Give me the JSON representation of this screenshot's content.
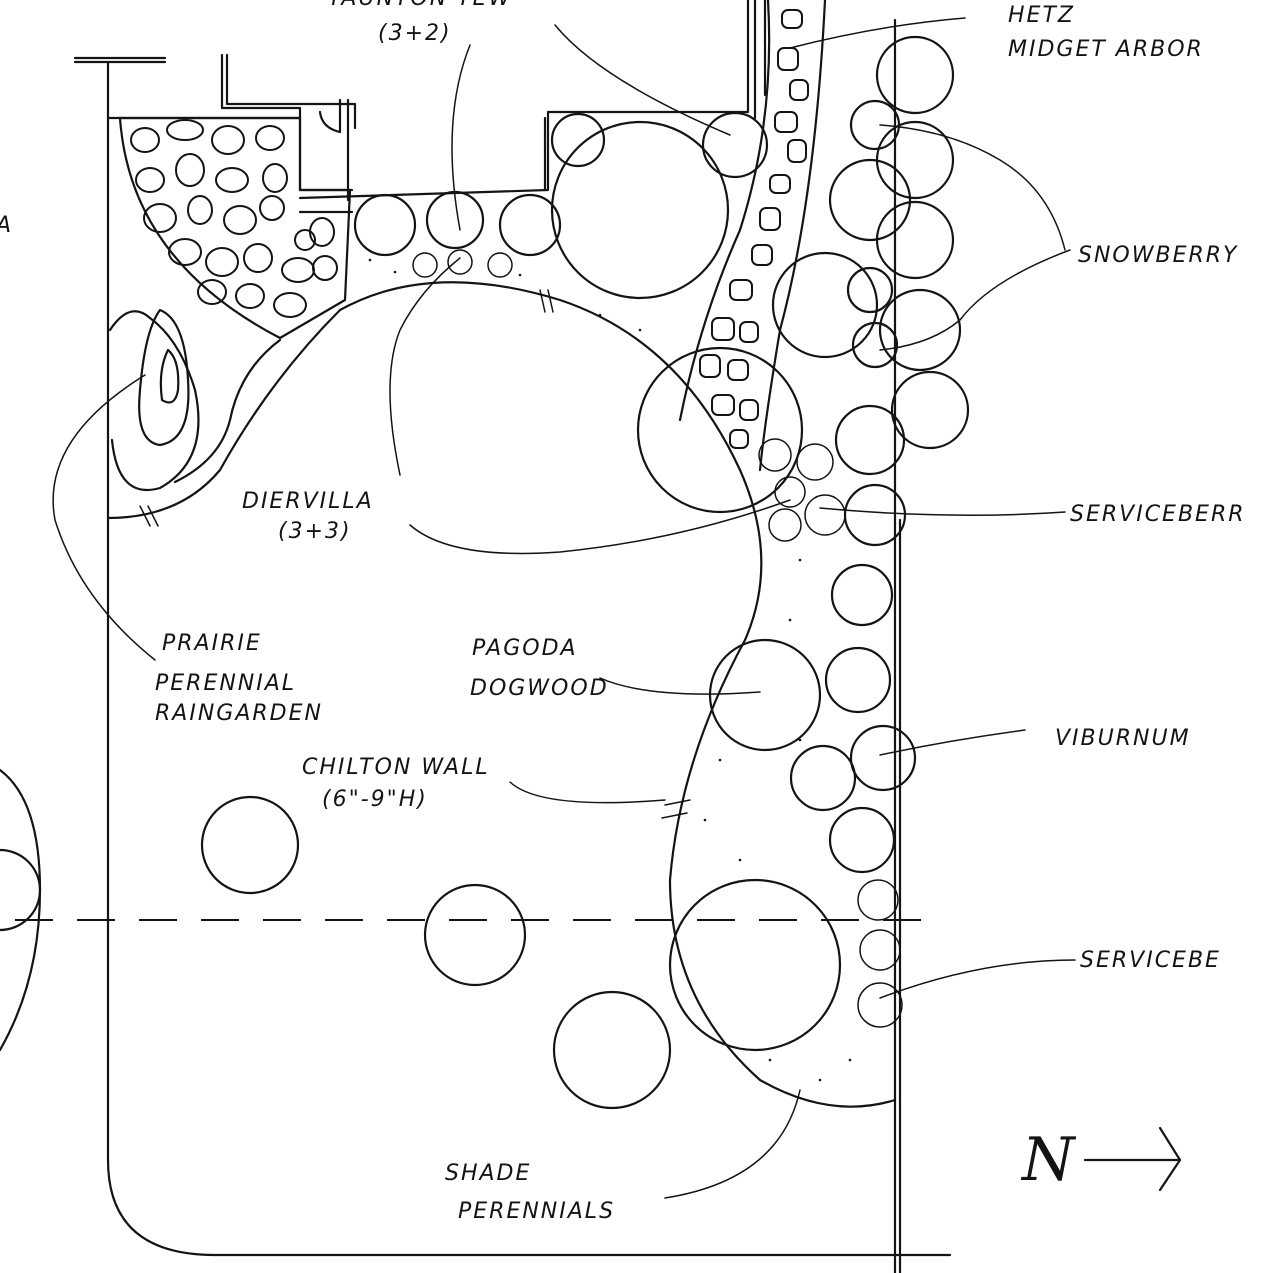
{
  "labels": {
    "taunton_yew": "TAUNTON YEW",
    "taunton_yew_qty": "(3+2)",
    "hetz_1": "HETZ",
    "hetz_2": "MIDGET ARBOR",
    "snowberry": "SNOWBERRY",
    "serviceberry_1": "SERVICEBERR",
    "diervilla": "DIERVILLA",
    "diervilla_qty": "(3+3)",
    "prairie_1": "PRAIRIE",
    "prairie_2": "PERENNIAL",
    "prairie_3": "RAINGARDEN",
    "pagoda_1": "PAGODA",
    "pagoda_2": "DOGWOOD",
    "viburnum": "VIBURNUM",
    "chilton_1": "CHILTON WALL",
    "chilton_2": "(6\"-9\"H)",
    "serviceberry_2": "SERVICEBE",
    "shade_1": "SHADE",
    "shade_2": "PERENNIALS",
    "left_edge": "A",
    "north": "N"
  }
}
